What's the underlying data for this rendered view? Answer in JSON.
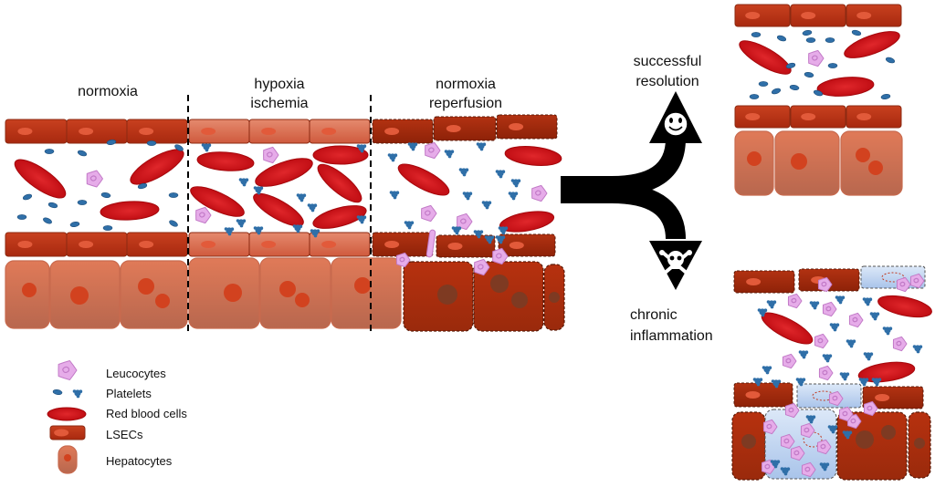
{
  "phases": [
    {
      "line1": "normoxia",
      "line2": ""
    },
    {
      "line1": "hypoxia",
      "line2": "ischemia"
    },
    {
      "line1": "normoxia",
      "line2": "reperfusion"
    }
  ],
  "outcomes": {
    "resolution": {
      "line1": "successful",
      "line2": "resolution",
      "symbol": "smiley-face-icon"
    },
    "inflammation": {
      "line1": "chronic",
      "line2": "inflammation",
      "symbol": "skull-crossbones-icon"
    }
  },
  "legend": [
    {
      "icon": "leucocyte-icon",
      "label": "Leucocytes"
    },
    {
      "icon": "platelet-icon",
      "label": "Platelets"
    },
    {
      "icon": "red-blood-cell-icon",
      "label": "Red blood cells"
    },
    {
      "icon": "lsec-icon",
      "label": "LSECs"
    },
    {
      "icon": "hepatocyte-icon",
      "label": "Hepatocytes"
    }
  ],
  "colors": {
    "lsec_normal": "#B5301A",
    "lsec_ischemic": "#D9664A",
    "lsec_reperfusion": "#A02A10",
    "hepatocyte_normal": "#D8714F",
    "hepatocyte_dark": "#B2300F",
    "red_blood_cell": "#D7141A",
    "platelet": "#2F6FA8",
    "leucocyte": "#E3A6E6",
    "damaged_cell": "#BFD5F0",
    "arrow": "#000000"
  }
}
